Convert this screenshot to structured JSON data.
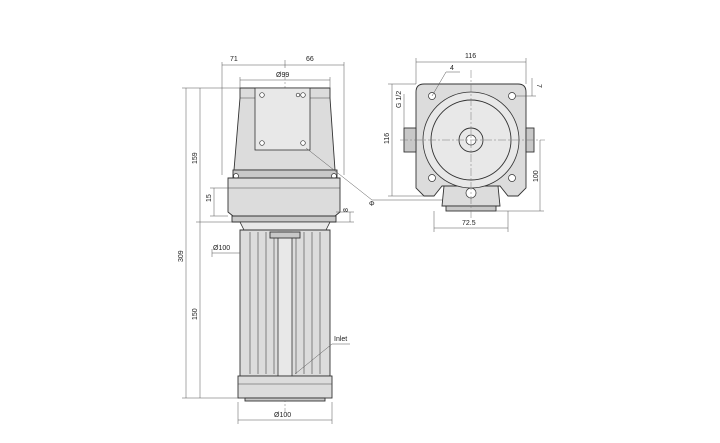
{
  "diagram": {
    "dimensions": {
      "top_left_width": "71",
      "top_right_width": "66",
      "motor_diameter": "Ø99",
      "height_upper": "159",
      "height_total": "309",
      "height_lower": "150",
      "flange_offset": "15",
      "flange_thickness": "8",
      "shaft_diameter": "Ø100",
      "base_diameter": "Ø100",
      "top_view_width": "116",
      "top_view_hole_count": "4",
      "top_view_hole_dia": "7",
      "thread_size": "G 1/2",
      "top_view_height": "116",
      "outlet_height": "100",
      "outlet_width": "72.5",
      "phi_label": "Φ"
    },
    "labels": {
      "inlet": "Inlet"
    }
  }
}
